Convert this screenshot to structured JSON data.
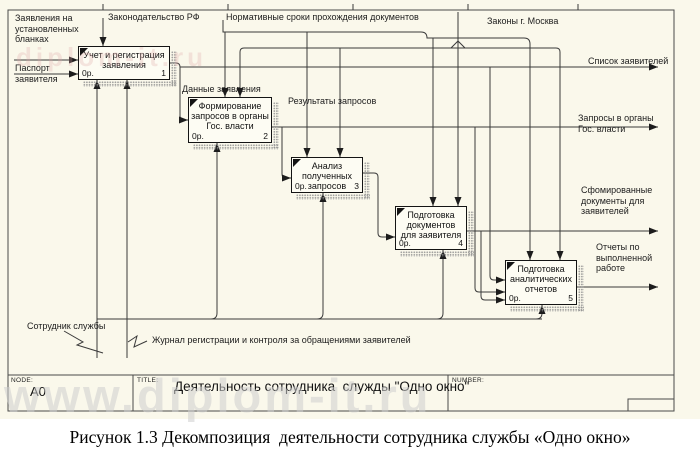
{
  "watermarks": {
    "top": "diplom-it.ru",
    "bottom": "www.diplom-it.ru"
  },
  "diagram": {
    "boxes": [
      {
        "label": "Учет и регистрация заявления",
        "cost": "0р.",
        "num": "1"
      },
      {
        "label": "Формирование запросов в органы Гос. власти",
        "cost": "0р.",
        "num": "2"
      },
      {
        "label": "Анализ полученных запросов",
        "cost": "0р.",
        "num": "3"
      },
      {
        "label": "Подготовка документов для заявителя",
        "cost": "0р.",
        "num": "4"
      },
      {
        "label": "Подготовка аналитических отчетов",
        "cost": "0р.",
        "num": "5"
      }
    ],
    "labels": {
      "input1": "Заявления на установленных бланках",
      "input2": "Паспорт заявителя",
      "control1": "Законодательство РФ",
      "control2": "Нормативные сроки прохождения документов",
      "control3": "Законы г. Москва",
      "flow1": "Данные заявления",
      "flow2": "Результаты запросов",
      "output1": "Список заявителей",
      "output2": "Запросы в органы Гос. власти",
      "output3": "Сфомированные документы для заявителей",
      "output4": "Отчеты по выполненной работе",
      "mechanism1": "Сотрудник службы",
      "mechanism2": "Журнал регистрации и контроля за обращениями заявителей"
    }
  },
  "footer": {
    "node_label": "NODE:",
    "node_value": "A0",
    "title_label": "TITLE:",
    "title_value": "Деятельность сотрудника  служды \"Одно окно\"",
    "number_label": "NUMBER:"
  },
  "caption": "Рисунок 1.3 Декомпозиция  деятельности сотрудника службы «Одно окно»"
}
